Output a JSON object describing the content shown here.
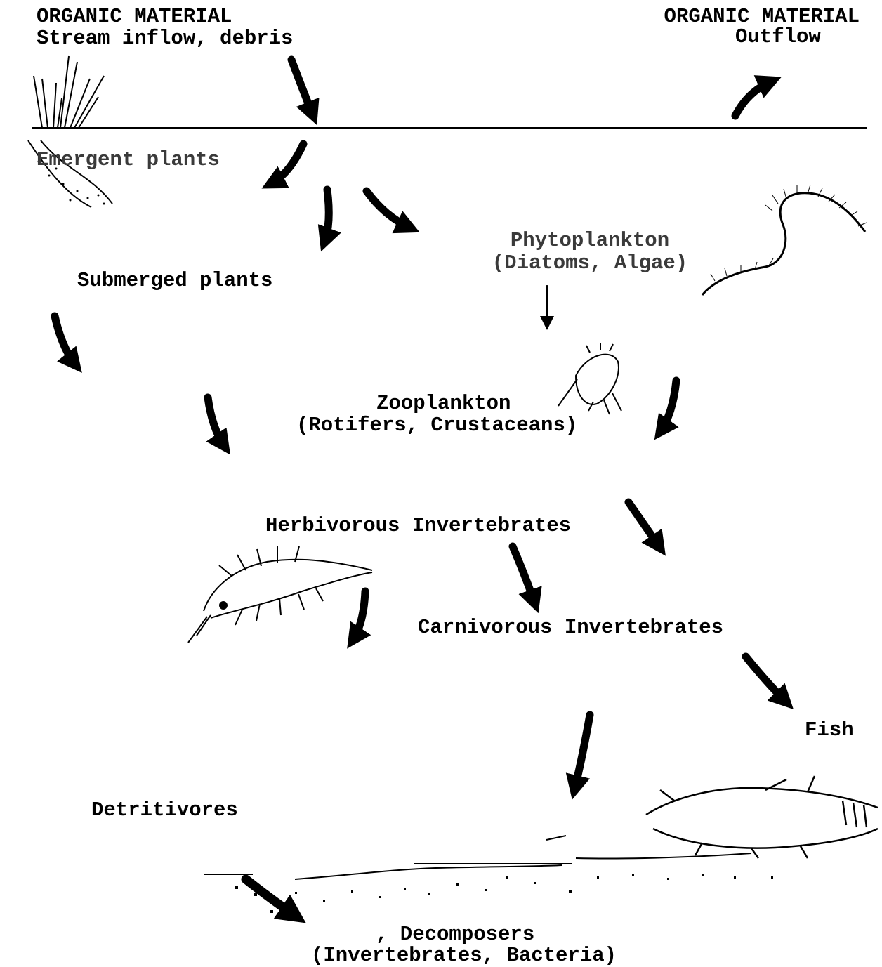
{
  "labels": {
    "inflow_title": "ORGANIC MATERIAL",
    "inflow_sub": "Stream inflow, debris",
    "outflow_title": "ORGANIC MATERIAL",
    "outflow_sub": "Outflow",
    "emergent": "Emergent plants",
    "submerged": "Submerged plants",
    "phyto_1": "Phytoplankton",
    "phyto_2": "(Diatoms, Algae)",
    "zoo_1": "Zooplankton",
    "zoo_2": "(Rotifers, Crustaceans)",
    "herbivorous": "Herbivorous Invertebrates",
    "carnivorous": "Carnivorous Invertebrates",
    "fish": "Fish",
    "detritivores": "Detritivores",
    "decomp_1": ", Decomposers",
    "decomp_2": "(Invertebrates, Bacteria)"
  },
  "colors": {
    "ink": "#000000",
    "background": "#ffffff"
  }
}
